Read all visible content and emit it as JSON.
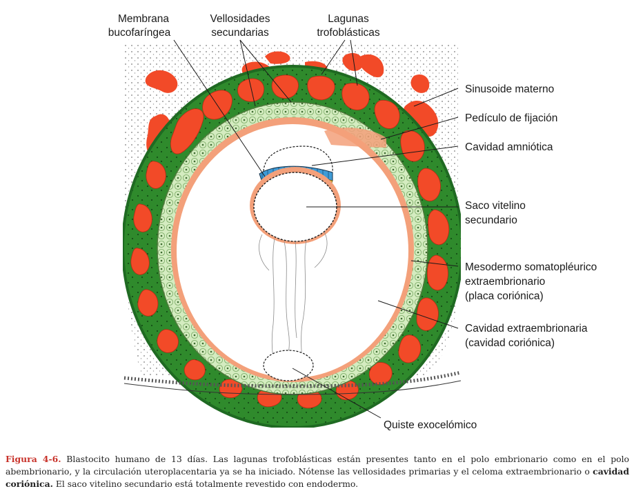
{
  "labels": {
    "membrana_1": "Membrana",
    "membrana_2": "bucofaríngea",
    "vellosidades_1": "Vellosidades",
    "vellosidades_2": "secundarias",
    "lagunas_1": "Lagunas",
    "lagunas_2": "trofoblásticas",
    "sinusoide": "Sinusoide materno",
    "pediculo": "Pedículo de fijación",
    "amniotica": "Cavidad amniótica",
    "saco_1": "Saco vitelino",
    "saco_2": "secundario",
    "mesodermo_1": "Mesodermo somatopléurico",
    "mesodermo_2": "extraembrionario",
    "mesodermo_3": "(placa coriónica)",
    "cavidad_ext_1": "Cavidad extraembrionaria",
    "cavidad_ext_2": "(cavidad coriónica)",
    "quiste": "Quiste exocelómico"
  },
  "caption": {
    "figure_number": "Figura 4-6.",
    "part1": " Blastocito humano de 13 días. Las lagunas trofoblásticas están presentes tanto en el polo embrionario como en el polo abembrionario, y la circulación uteroplacentaria ya se ha iniciado. Nótense las vellosidades primarias y el celoma extraembrionario o ",
    "bold_term_1": "cavidad coriónica.",
    "part2": " El saco vitelino secundario está totalmente revestido con endodermo."
  },
  "colors": {
    "trophoblast_green": "#2f8a2c",
    "trophoblast_dark": "#1f6a22",
    "lacunae_red": "#f24a28",
    "mesoderm_light": "#d4ecc0",
    "cavity_lining": "#f3a07a",
    "ectoderm_blue": "#3f9bd6",
    "caption_red": "#c8322a"
  }
}
